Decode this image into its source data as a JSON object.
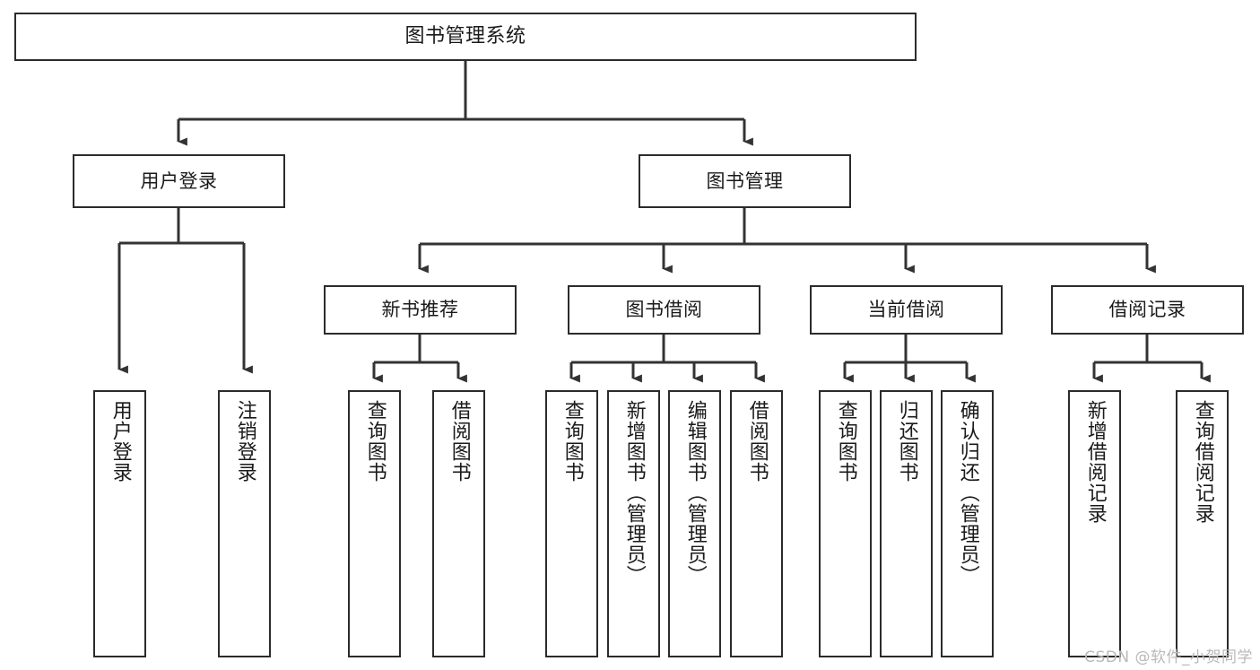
{
  "diagram": {
    "type": "tree",
    "title": "图书管理系统",
    "orientation": "top-down",
    "colors": {
      "border": "#2b2b2b",
      "fill": "#ffffff",
      "line": "#333333",
      "text": "#1a1a1a",
      "watermark": "#b9b9b9"
    },
    "nodes": {
      "root": {
        "label": "图书管理系统"
      },
      "level2": [
        {
          "id": "user-login",
          "label": "用户登录"
        },
        {
          "id": "book-manage",
          "label": "图书管理"
        }
      ],
      "level3": [
        {
          "id": "new-book-rec",
          "label": "新书推荐"
        },
        {
          "id": "book-borrow",
          "label": "图书借阅"
        },
        {
          "id": "current-borrow",
          "label": "当前借阅"
        },
        {
          "id": "borrow-record",
          "label": "借阅记录"
        }
      ],
      "leaves": [
        {
          "id": "leaf-user-login",
          "label": "用户登录",
          "parent": "user-login"
        },
        {
          "id": "leaf-user-logout",
          "label": "注销登录",
          "parent": "user-login"
        },
        {
          "id": "leaf-query-book-1",
          "label": "查询图书",
          "parent": "new-book-rec"
        },
        {
          "id": "leaf-borrow-book-1",
          "label": "借阅图书",
          "parent": "new-book-rec"
        },
        {
          "id": "leaf-query-book-2",
          "label": "查询图书",
          "parent": "book-borrow"
        },
        {
          "id": "leaf-add-book",
          "label": "新增图书（管理员）",
          "parent": "book-borrow"
        },
        {
          "id": "leaf-edit-book",
          "label": "编辑图书（管理员）",
          "parent": "book-borrow"
        },
        {
          "id": "leaf-borrow-book-2",
          "label": "借阅图书",
          "parent": "book-borrow"
        },
        {
          "id": "leaf-query-book-3",
          "label": "查询图书",
          "parent": "current-borrow"
        },
        {
          "id": "leaf-return-book",
          "label": "归还图书",
          "parent": "current-borrow"
        },
        {
          "id": "leaf-confirm-return",
          "label": "确认归还（管理员）",
          "parent": "current-borrow"
        },
        {
          "id": "leaf-add-record",
          "label": "新增借阅记录",
          "parent": "borrow-record"
        },
        {
          "id": "leaf-query-record",
          "label": "查询借阅记录",
          "parent": "borrow-record"
        }
      ]
    }
  },
  "watermark": {
    "text": "CSDN @软件_小贺同学"
  }
}
